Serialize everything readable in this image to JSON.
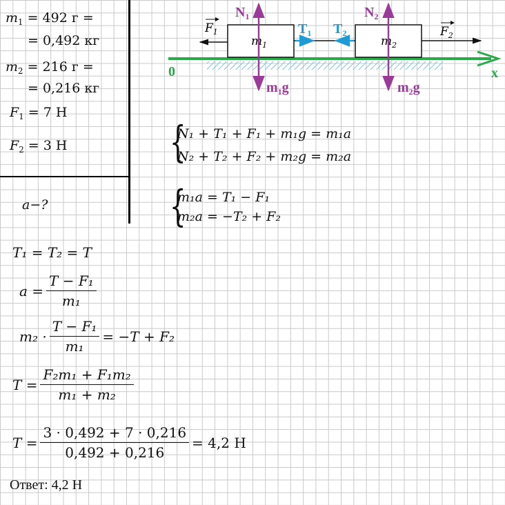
{
  "given": {
    "m1_line1": "= 492 г =",
    "m1_line2": "= 0,492 кг",
    "m2_line1": "= 216 г =",
    "m2_line2": "= 0,216 кг",
    "f1_value": "= 7 Н",
    "f2_value": "= 3 Н"
  },
  "unknown": "a−?",
  "diagram": {
    "block1_label": "m",
    "block2_label": "m",
    "origin": "0",
    "axis": "x",
    "n1": "N",
    "n2": "N",
    "t1": "T",
    "t2": "T",
    "m1g_a": "m",
    "m1g_b": "g",
    "m2g_a": "m",
    "m2g_b": "g",
    "f1": "F",
    "f2": "F",
    "idx1": "1",
    "idx2": "2",
    "colors": {
      "axis": "#2aa84a",
      "normal": "#9a3b9a",
      "tension": "#1e9ad6",
      "hatch": "#7fc3e0"
    }
  },
  "equations": {
    "vector_sys_1": "N₁ + T₁ + F₁ + m₁g = m₁a",
    "vector_sys_2": "N₂ + T₂ + F₂ + m₂g = m₂a",
    "scalar_sys_1": "m₁a = T₁ − F₁",
    "scalar_sys_2": "m₂a = −T₂ + F₂"
  },
  "solution": {
    "tension_eq": "T₁ = T₂ = T",
    "a_lhs": "a =",
    "a_num": "T − F₁",
    "a_den": "m₁",
    "sub_lhs": "m₂ ·",
    "sub_num": "T − F₁",
    "sub_den": "m₁",
    "sub_rhs": "= −T + F₂",
    "t_lhs": "T =",
    "t_num": "F₂m₁ + F₁m₂",
    "t_den": "m₁ + m₂",
    "tn_lhs": "T =",
    "tn_num": "3 · 0,492 + 7 · 0,216",
    "tn_den": "0,492 + 0,216",
    "tn_rhs": "= 4,2 Н"
  },
  "answer": "Ответ: 4,2 Н"
}
